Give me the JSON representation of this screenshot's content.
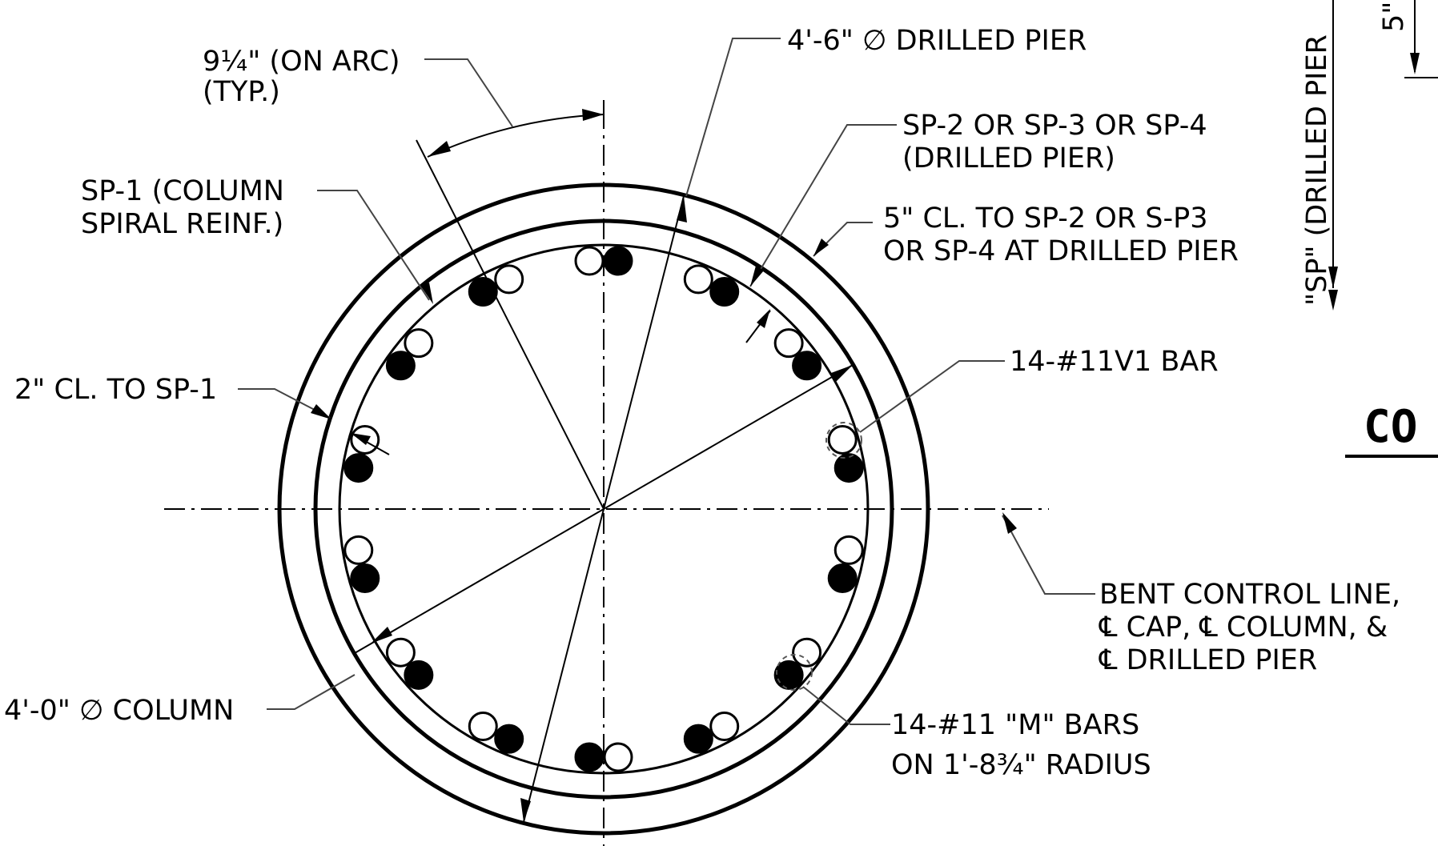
{
  "labels": {
    "pier_diameter": "4'-6\" ∅ DRILLED PIER",
    "arc_spacing_1": "9¼\" (ON ARC)",
    "arc_spacing_2": "(TYP.)",
    "sp1_1": "SP-1 (COLUMN",
    "sp1_2": "SPIRAL REINF.)",
    "sp2_1": "SP-2 OR SP-3 OR SP-4",
    "sp2_2": "(DRILLED PIER)",
    "clear5_1": "5\" CL. TO SP-2 OR S-P3",
    "clear5_2": "OR SP-4 AT DRILLED PIER",
    "v1_bars": "14-#11V1 BAR",
    "clear2": "2\" CL. TO SP-1",
    "bent_1": "BENT CONTROL LINE,",
    "bent_2": "℄ CAP, ℄ COLUMN, &",
    "bent_3": "℄ DRILLED PIER",
    "column_diameter": "4'-0\" ∅ COLUMN",
    "m_bars_1": "14-#11 \"M\" BARS",
    "m_bars_2": "ON 1'-8¾\" RADIUS",
    "side_sp": "\"SP\" (DRILLED PIER",
    "side_5": "5\"",
    "side_heading": "CO"
  },
  "bars": {
    "count_per_set": 14,
    "m_bar_fill": "#000000",
    "v1_bar_fill": "#ffffff"
  }
}
